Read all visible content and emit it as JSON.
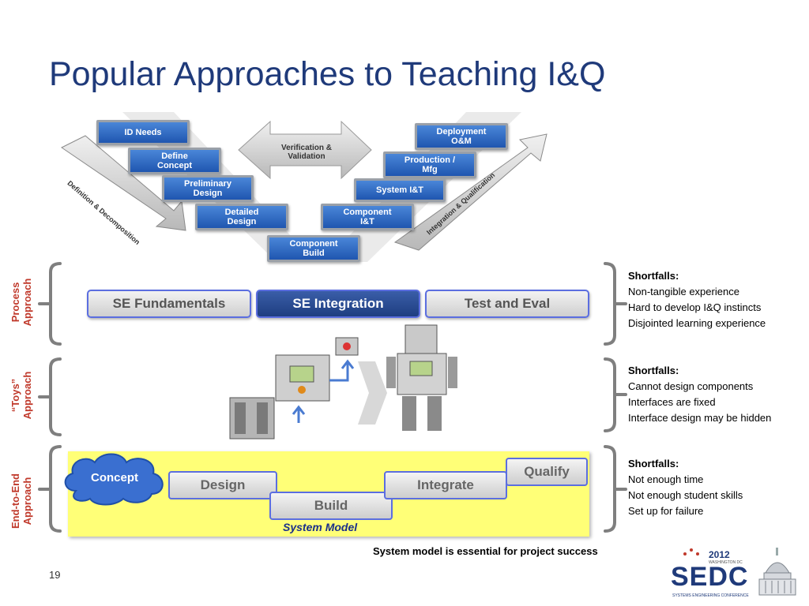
{
  "title": "Popular Approaches to Teaching I&Q",
  "vmodel": {
    "left": [
      "ID Needs",
      "Define\nConcept",
      "Preliminary\nDesign",
      "Detailed\nDesign"
    ],
    "bottom": "Component\nBuild",
    "right": [
      "Deployment\nO&M",
      "Production /\nMfg",
      "System I&T",
      "Component\nI&T"
    ],
    "vv": "Verification &\nValidation",
    "left_arrow": "Definition & Decomposition",
    "right_arrow": "Integration & Qualification"
  },
  "rows": {
    "process": {
      "label": "Process\nApproach",
      "phases": [
        "SE Fundamentals",
        "SE Integration",
        "Test and Eval"
      ],
      "short_title": "Shortfalls:",
      "short": [
        "Non-tangible experience",
        "Hard to develop I&Q instincts",
        "Disjointed learning experience"
      ]
    },
    "toys": {
      "label": "“Toys”\nApproach",
      "short_title": "Shortfalls:",
      "short": [
        "Cannot design components",
        "Interfaces are fixed",
        "Interface design may be hidden"
      ]
    },
    "e2e": {
      "label": "End-to-End\nApproach",
      "steps": {
        "concept": "Concept",
        "design": "Design",
        "build": "Build",
        "integrate": "Integrate",
        "qualify": "Qualify"
      },
      "system_model": "System Model",
      "short_title": "Shortfalls:",
      "short": [
        "Not enough time",
        "Not enough student skills",
        "Set up for failure"
      ]
    }
  },
  "essential": "System model is essential for project success",
  "page_number": "19",
  "logo": {
    "year": "2012",
    "city": "WASHINGTON DC",
    "name": "SEDC",
    "tagline": "SYSTEMS ENGINEERING CONFERENCE"
  },
  "colors": {
    "title": "#1f3a7a",
    "row_label": "#c0392b",
    "highlight": "#ffff77"
  }
}
